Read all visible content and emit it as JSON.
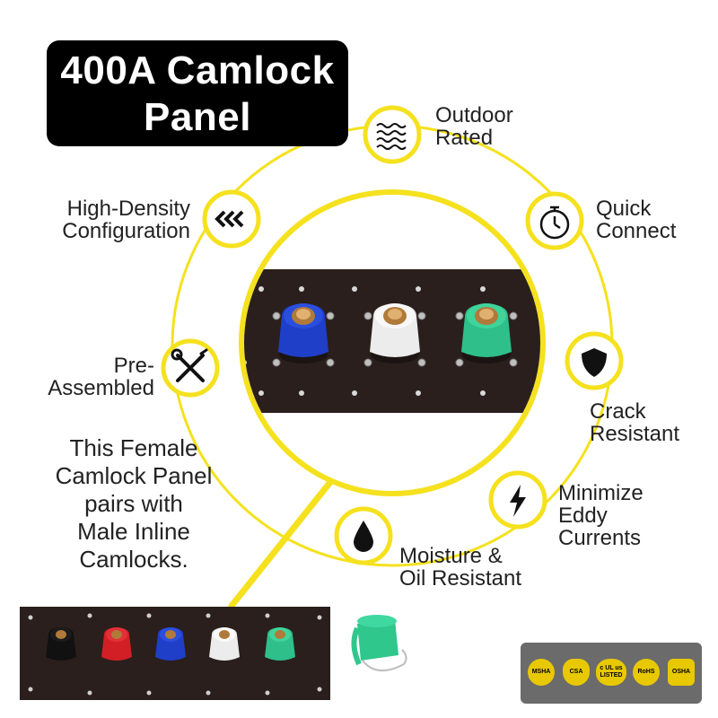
{
  "title": {
    "line1": "400A Camlock",
    "line2": "Panel"
  },
  "features": [
    {
      "id": "outdoor",
      "lines": [
        "Outdoor",
        "Rated"
      ],
      "icon": "water-waves-icon"
    },
    {
      "id": "quick",
      "lines": [
        "Quick",
        "Connect"
      ],
      "icon": "stopwatch-icon"
    },
    {
      "id": "density",
      "lines": [
        "High-Density",
        "Configuration"
      ],
      "icon": "chevrons-left-icon"
    },
    {
      "id": "assembled",
      "lines": [
        "Pre-",
        "Assembled"
      ],
      "icon": "wrench-screwdriver-icon"
    },
    {
      "id": "crack",
      "lines": [
        "Crack",
        "Resistant"
      ],
      "icon": "shield-icon"
    },
    {
      "id": "eddy",
      "lines": [
        "Minimize",
        "Eddy",
        "Currents"
      ],
      "icon": "lightning-bolt-icon"
    },
    {
      "id": "moisture",
      "lines": [
        "Moisture &",
        "Oil Resistant"
      ],
      "icon": "droplet-icon"
    }
  ],
  "description": [
    "This Female",
    "Camlock Panel",
    "pairs with",
    "Male Inline",
    "Camlocks."
  ],
  "colors": {
    "accent": "#f5e11e",
    "panel": "#2a1f1c",
    "camlocks_zoom": [
      "#1f3fc8",
      "#ececec",
      "#2fbf8a"
    ],
    "camlocks_panel": [
      "#111111",
      "#d21f26",
      "#1f3fc8",
      "#ececec",
      "#2fbf8a"
    ],
    "cap": "#2fc78c",
    "cert_bg": "#6b6b6b",
    "cert_badge": "#e8c800"
  },
  "certifications": [
    {
      "id": "msha",
      "text": "MSHA"
    },
    {
      "id": "csa",
      "text": "CSA"
    },
    {
      "id": "ul",
      "text": "c UL us LISTED"
    },
    {
      "id": "rohs",
      "text": "RoHS"
    },
    {
      "id": "osha",
      "text": "OSHA"
    }
  ]
}
